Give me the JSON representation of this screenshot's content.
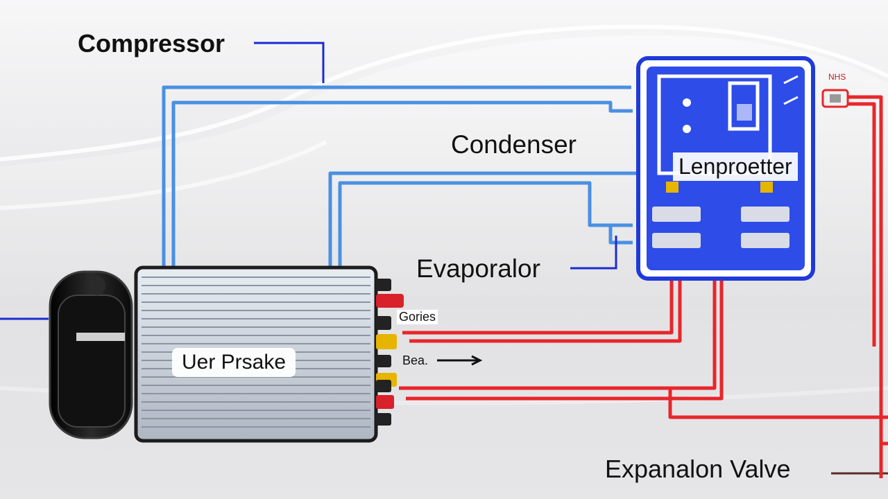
{
  "diagram": {
    "labels": {
      "compressor": "Compressor",
      "condenser": "Condenser",
      "evaporator": "Evaporalor",
      "expansion_valve": "Expanalon Valve",
      "evaporator_box_tag": "Lenproetter",
      "unit_tag": "Uer Prsake",
      "small_tag_1": "Gories",
      "small_tag_2": "Bea.",
      "small_tag_3": "NHS"
    },
    "colors": {
      "blue_line": "#4a90e2",
      "dark_blue_leader": "#1a2bd1",
      "red_line": "#e8262a",
      "panel_blue": "#1f3ad8",
      "compressor_body": "#1a1a1a",
      "condenser_fins": "#bfc7d3"
    }
  }
}
